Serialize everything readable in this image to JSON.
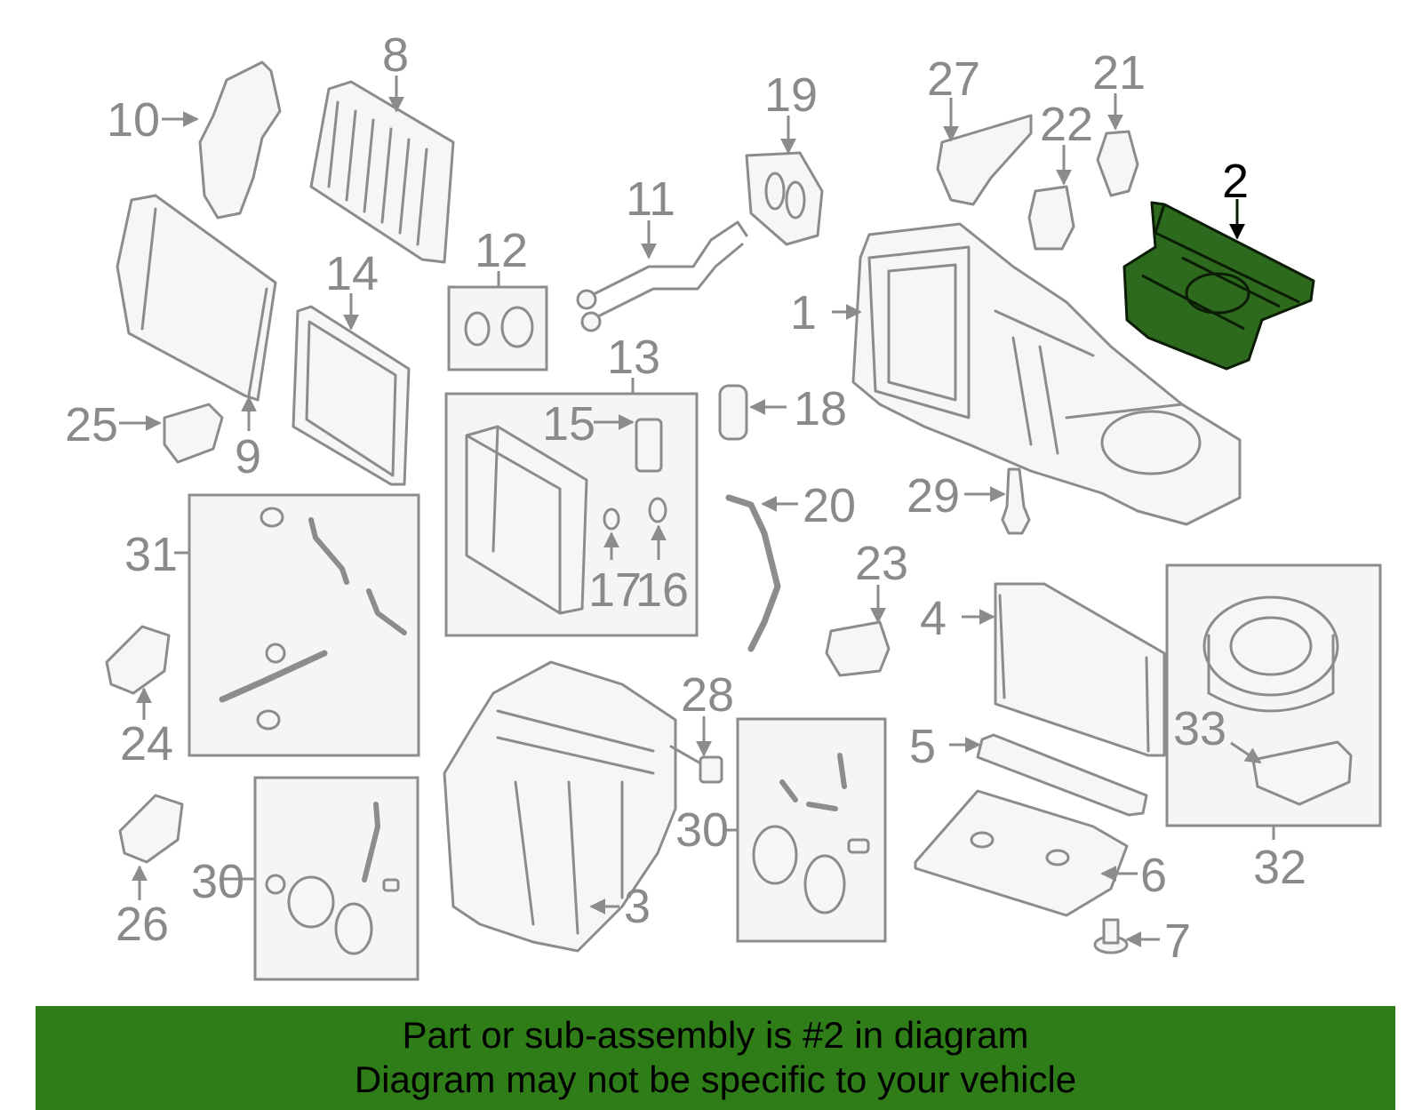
{
  "callouts": {
    "c1": "1",
    "c2": "2",
    "c3": "3",
    "c4": "4",
    "c5": "5",
    "c6": "6",
    "c7": "7",
    "c8": "8",
    "c9": "9",
    "c10": "10",
    "c11": "11",
    "c12": "12",
    "c13": "13",
    "c14": "14",
    "c15": "15",
    "c16": "16",
    "c17": "17",
    "c18": "18",
    "c19": "19",
    "c20": "20",
    "c21": "21",
    "c22": "22",
    "c23": "23",
    "c24": "24",
    "c25": "25",
    "c26": "26",
    "c27": "27",
    "c28": "28",
    "c29": "29",
    "c30a": "30",
    "c30b": "30",
    "c31": "31",
    "c32": "32",
    "c33": "33"
  },
  "highlight": {
    "part": "2",
    "color": "#2e7d18"
  },
  "banner": {
    "line1": "Part or sub-assembly is #2 in diagram",
    "line2": "Diagram may not be specific to your vehicle"
  }
}
